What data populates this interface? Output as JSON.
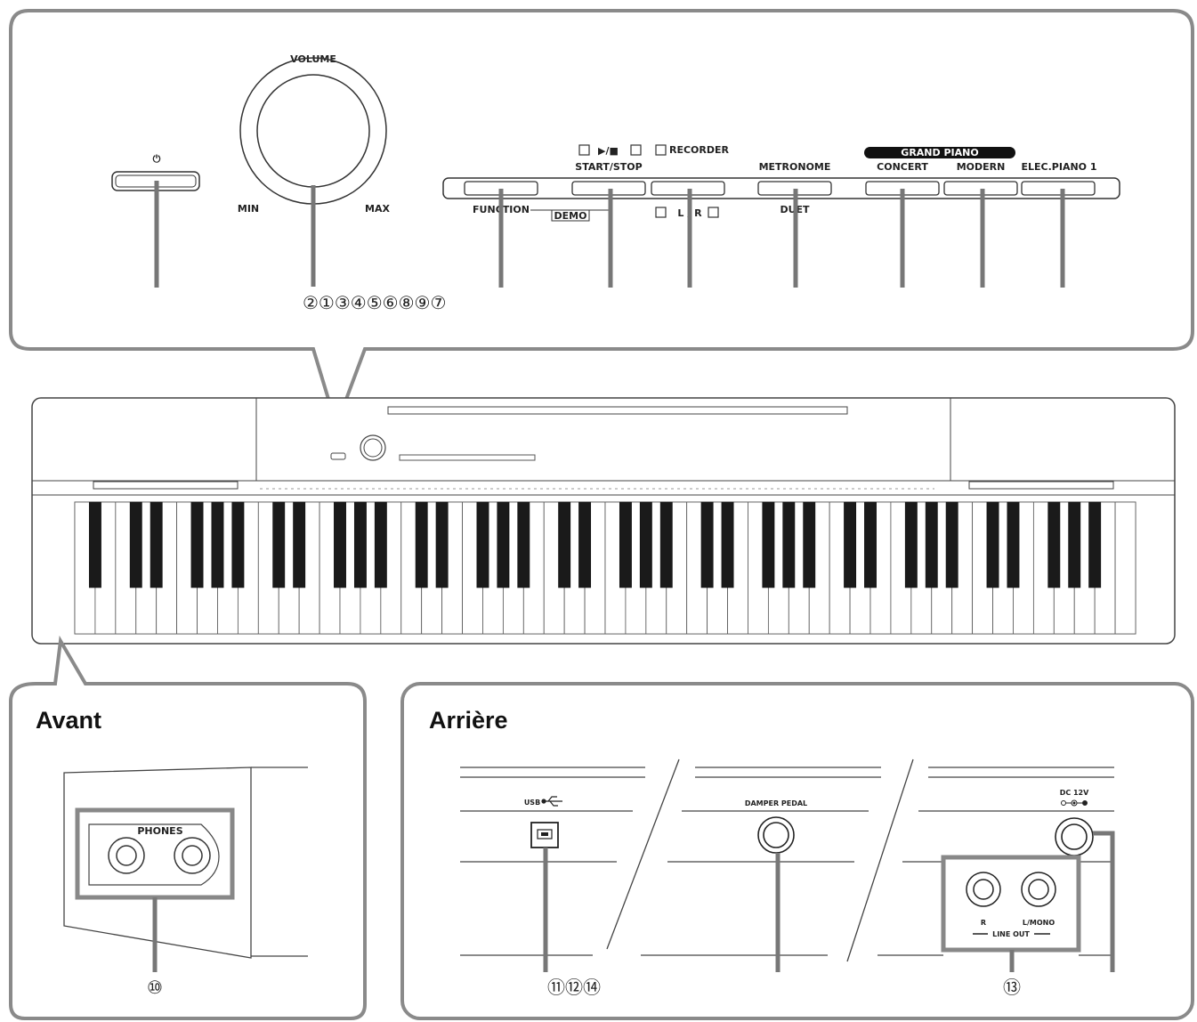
{
  "top_panel": {
    "power_symbol": "⏻",
    "volume": {
      "label": "VOLUME",
      "min_label": "MIN",
      "max_label": "MAX"
    },
    "symbols": {
      "play_stop": "▶/■"
    },
    "function_label": "FUNCTION",
    "demo_label": "DEMO",
    "start_stop_label": "START/STOP",
    "recorder_label": "RECORDER",
    "lr_label": "L / R",
    "metronome_label": "METRONOME",
    "duet_label": "DUET",
    "grand_piano_label": "GRAND PIANO",
    "concert_label": "CONCERT",
    "modern_label": "MODERN",
    "elec_piano_label": "ELEC.PIANO 1",
    "callout_group": "②①③④⑤⑥⑧⑨⑦"
  },
  "front_panel": {
    "heading": "Avant",
    "phones_label": "PHONES",
    "callout": "⑩"
  },
  "rear_panel": {
    "heading": "Arrière",
    "usb_label": "USB",
    "damper_label": "DAMPER PEDAL",
    "dc_label": "DC 12V",
    "r_label": "R",
    "lmono_label": "L/MONO",
    "line_out_label": "LINE OUT",
    "callout_usb": "⑪⑫⑭",
    "callout_line_out": "⑬"
  },
  "icons": [
    "power-icon",
    "usb-icon",
    "dc-polarity-icon",
    "play-stop-icon"
  ]
}
